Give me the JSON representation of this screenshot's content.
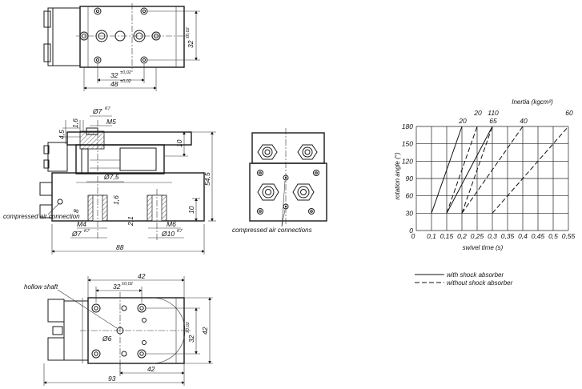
{
  "top_view": {
    "dims": {
      "width_32": "32",
      "tol_32": "±0,02",
      "width_48": "48",
      "tol_48": "±0,02",
      "height_32": "32",
      "tol_h32": "±0,02"
    }
  },
  "front_view": {
    "dims": {
      "d4_5": "4,5",
      "d1_6": "1,6",
      "d7": "Ø7",
      "fit_k7": "K7",
      "m5": "M5",
      "d10_top": "10",
      "d54_5": "54,5",
      "d7_5": "Ø7,5",
      "d1_6b": "1,6",
      "d8": "8",
      "d10_right": "10",
      "m4": "M4",
      "d2_1": "2,1",
      "m6": "M6",
      "d7_bottom": "Ø7",
      "fit_k7_b": "K7",
      "d10_bottom": "Ø10",
      "fit_k7_c": "K7",
      "d88": "88"
    },
    "label_air": "compressed air connection"
  },
  "side_view": {
    "label_air": "compressed air connections"
  },
  "bottom_view": {
    "label_shaft": "hollow shaft",
    "dims": {
      "d42_top": "42",
      "d32": "32",
      "tol32": "±0,02",
      "d6": "Ø6",
      "d42_bottom": "42",
      "d93": "93",
      "d32_v": "32",
      "tol32_v": "±0,02",
      "d42_v": "42"
    }
  },
  "chart_data": {
    "type": "line",
    "title": "Inertia (kgcm²)",
    "xlabel": "swivel time (s)",
    "ylabel": "rotation angle (°)",
    "x_ticks": [
      "0",
      "0,1",
      "0,15",
      "0,2",
      "0,25",
      "0,3",
      "0,35",
      "0,4",
      "0,45",
      "0,5",
      "0,55"
    ],
    "y_ticks": [
      "0",
      "30",
      "60",
      "90",
      "120",
      "150",
      "180"
    ],
    "ylim": [
      0,
      180
    ],
    "legend": [
      {
        "label": "with shock absorber",
        "style": "solid"
      },
      {
        "label": "without shock absorber",
        "style": "dashed"
      }
    ],
    "series": [
      {
        "name": "20",
        "style": "solid",
        "points": [
          [
            0.1,
            30
          ],
          [
            0.2,
            180
          ]
        ]
      },
      {
        "name": "20",
        "style": "dashed",
        "points": [
          [
            0.15,
            30
          ],
          [
            0.25,
            180
          ]
        ]
      },
      {
        "name": "65",
        "style": "dashed",
        "points": [
          [
            0.2,
            30
          ],
          [
            0.3,
            180
          ]
        ]
      },
      {
        "name": "110",
        "style": "solid",
        "points": [
          [
            0.15,
            30
          ],
          [
            0.3,
            180
          ]
        ]
      },
      {
        "name": "40",
        "style": "dashed",
        "points": [
          [
            0.2,
            30
          ],
          [
            0.4,
            180
          ]
        ]
      },
      {
        "name": "60",
        "style": "dashed",
        "points": [
          [
            0.3,
            30
          ],
          [
            0.55,
            180
          ]
        ]
      }
    ]
  }
}
